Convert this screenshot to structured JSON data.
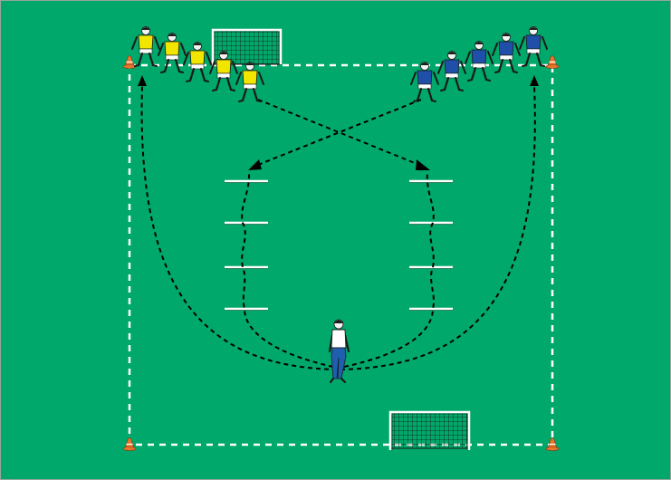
{
  "diagram": {
    "colors": {
      "pitch": "#00a86b",
      "pitch_border": "#9aa5a0",
      "field_lines": "#ffffff",
      "run_paths": "#000000",
      "team_yellow_shirt": "#f2e600",
      "team_blue_shirt": "#1f4fa8",
      "coach_shirt": "#ffffff",
      "coach_trousers": "#1f5fb0",
      "cone": "#e8762d",
      "hurdle": "#ffffff"
    },
    "elements": {
      "goals": 2,
      "cones": 4,
      "yellow_players": 5,
      "blue_players": 5,
      "coach": 1,
      "hurdles_per_lane": 4,
      "hurdle_lanes": 2,
      "run_paths": 4
    },
    "icons": [
      "player-icon",
      "coach-icon",
      "goal-icon",
      "cone-icon",
      "hurdle-icon",
      "arrowhead-icon"
    ]
  }
}
